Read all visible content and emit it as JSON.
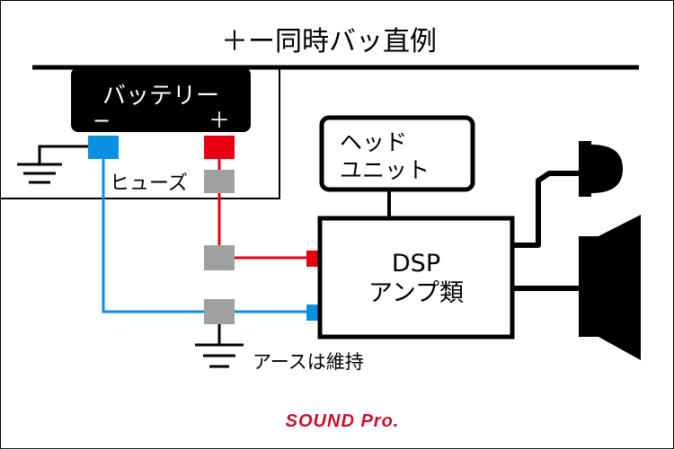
{
  "title": "＋ー同時バッ直例",
  "battery": {
    "label": "バッテリー",
    "neg_symbol": "−",
    "pos_symbol": "＋"
  },
  "fuse_label": "ヒューズ",
  "head_unit": {
    "line1": "ヘッド",
    "line2": "ユニット"
  },
  "dsp": {
    "line1": "DSP",
    "line2": "アンプ類"
  },
  "ground_note": "アースは維持",
  "brand": "SOUND Pro.",
  "colors": {
    "positive": "#e60012",
    "negative": "#0b8fe0",
    "fuse": "#a0a0a0",
    "brand": "#c8102e"
  }
}
